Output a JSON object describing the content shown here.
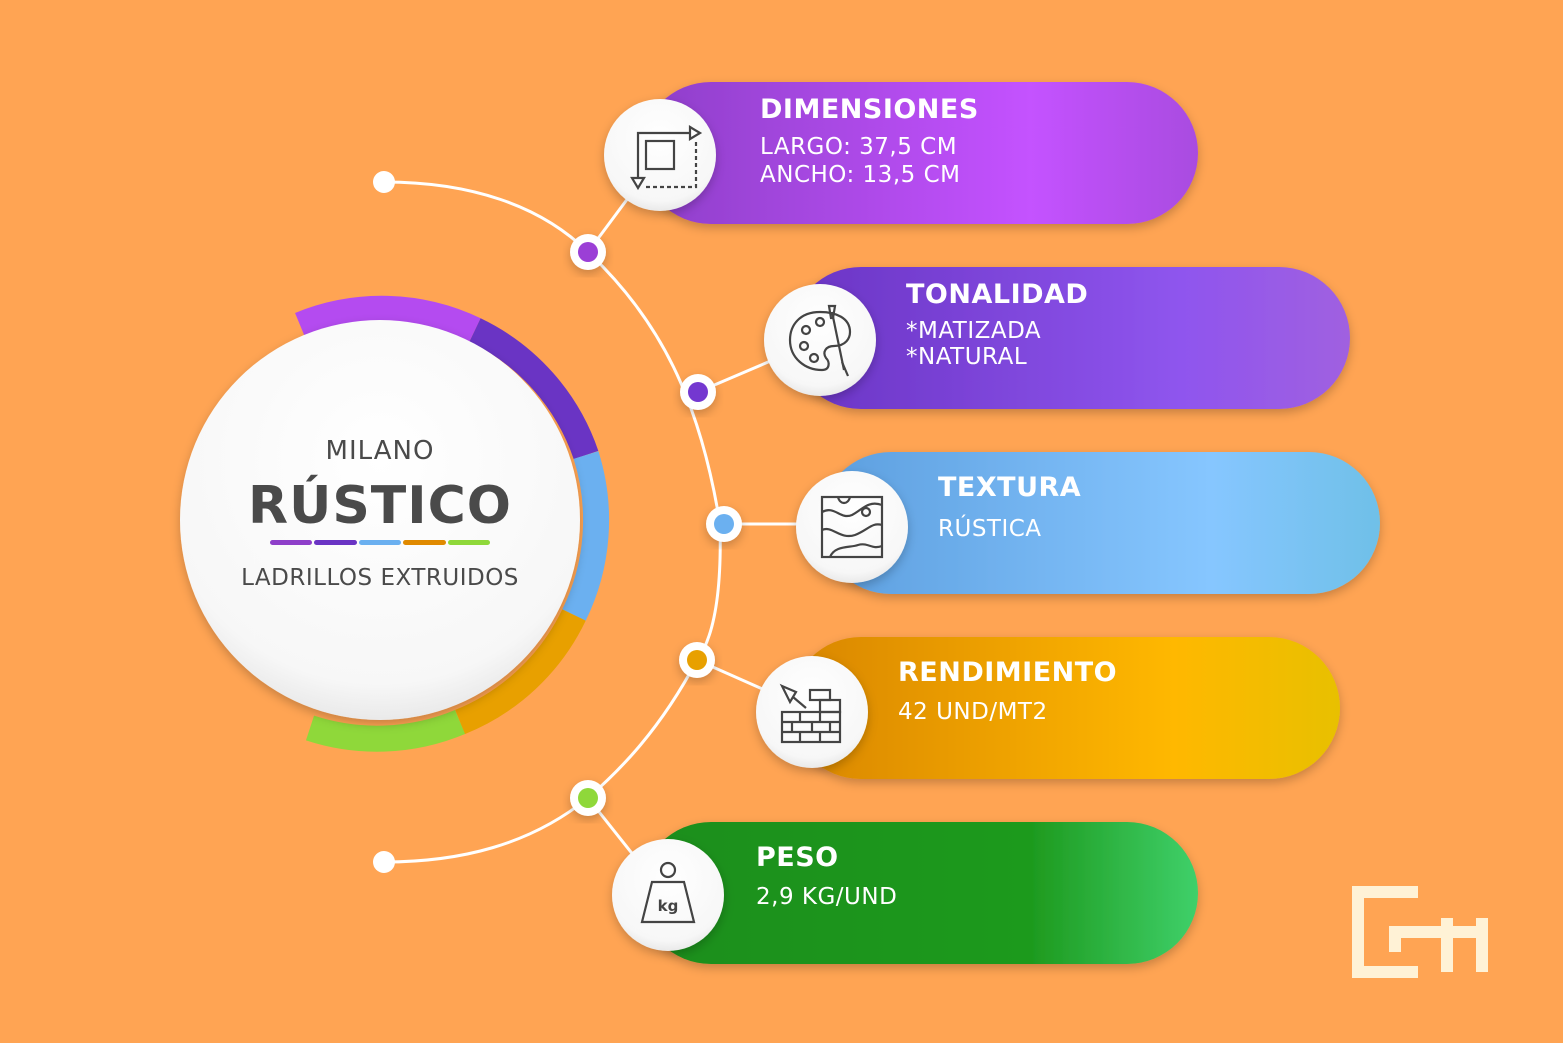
{
  "center": {
    "subtitle_top": "MILANO",
    "title": "RÚSTICO",
    "subtitle_bottom": "LADRILLOS EXTRUIDOS"
  },
  "cards": [
    {
      "title": "DIMENSIONES",
      "lines": [
        "LARGO: 37,5 CM",
        "ANCHO: 13,5 CM"
      ],
      "icon": "dimensions-icon",
      "colors": [
        "#8E3FC9",
        "#C452FF"
      ],
      "dot": "#9B3FD6"
    },
    {
      "title": "TONALIDAD",
      "lines": [
        "*MATIZADA",
        "*NATURAL"
      ],
      "icon": "palette-icon",
      "colors": [
        "#6A34C4",
        "#9A5BEE"
      ],
      "dot": "#7438D0"
    },
    {
      "title": "TEXTURA",
      "lines": [
        "RÚSTICA"
      ],
      "icon": "texture-icon",
      "colors": [
        "#5D9FDF",
        "#8CCBFF"
      ],
      "dot": "#6BB0F0"
    },
    {
      "title": "RENDIMIENTO",
      "lines": [
        "42 UND/MT2"
      ],
      "icon": "brick-wall-icon",
      "colors": [
        "#D98600",
        "#FFC000"
      ],
      "dot": "#E8A000"
    },
    {
      "title": "PESO",
      "lines": [
        "2,9 KG/UND"
      ],
      "icon": "weight-icon",
      "colors": [
        "#1E8E1E",
        "#33CC55"
      ],
      "dot": "#8FD83A"
    }
  ],
  "weight_label": "kg",
  "rule_colors": [
    "#8E3FC9",
    "#6A34C4",
    "#6BB0F0",
    "#E08A00",
    "#8FD83A"
  ],
  "logo": {
    "name": "ch-logo",
    "color": "#FFF2D6"
  }
}
